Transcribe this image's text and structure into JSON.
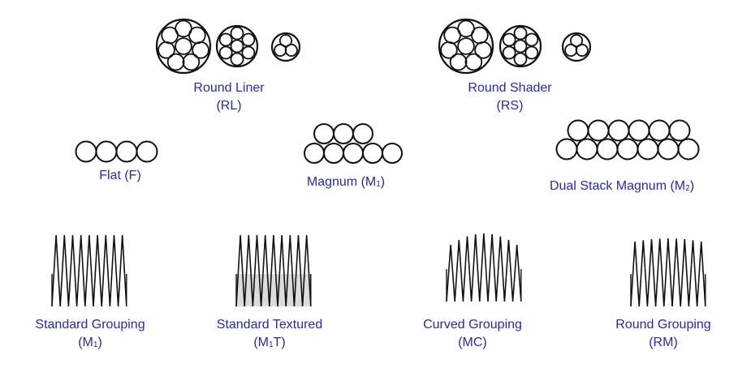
{
  "title": "",
  "colors": {
    "label": "#2a2a9c",
    "stroke": "#111111",
    "texture": "#9a9a9a"
  },
  "configurations": [
    {
      "id": "round-liner",
      "name": "Round Liner",
      "code": "(RL)"
    },
    {
      "id": "round-shader",
      "name": "Round Shader",
      "code": "(RS)"
    },
    {
      "id": "flat",
      "name": "Flat (F)",
      "code": ""
    },
    {
      "id": "magnum",
      "name": "Magnum (M1)",
      "code": ""
    },
    {
      "id": "dual-stack-magnum",
      "name": "Dual Stack Magnum (M2)",
      "code": ""
    }
  ],
  "groupings": [
    {
      "id": "standard-grouping",
      "name": "Standard Grouping",
      "code": "(M1)"
    },
    {
      "id": "standard-textured",
      "name": "Standard Textured",
      "code": "(M1T)"
    },
    {
      "id": "curved-grouping",
      "name": "Curved Grouping",
      "code": "(MC)"
    },
    {
      "id": "round-grouping",
      "name": "Round Grouping",
      "code": "(RM)"
    }
  ]
}
